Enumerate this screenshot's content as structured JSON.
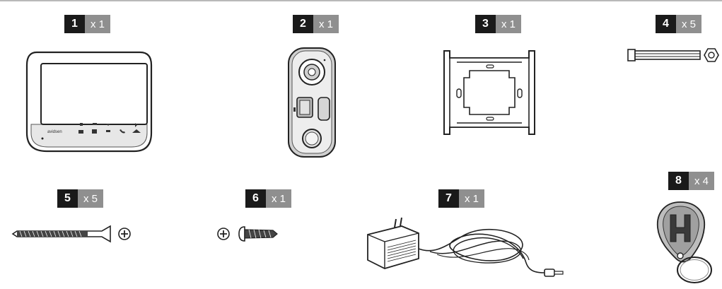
{
  "items": [
    {
      "number": "1",
      "quantity": "x 1",
      "icon": "indoor-monitor-icon",
      "brand": "avidsen"
    },
    {
      "number": "2",
      "quantity": "x 1",
      "icon": "outdoor-doorbell-camera-icon"
    },
    {
      "number": "3",
      "quantity": "x 1",
      "icon": "wall-mounting-bracket-icon"
    },
    {
      "number": "4",
      "quantity": "x 5",
      "icon": "wall-plug-icon"
    },
    {
      "number": "5",
      "quantity": "x 5",
      "icon": "long-screw-icon"
    },
    {
      "number": "6",
      "quantity": "x 1",
      "icon": "short-screw-icon"
    },
    {
      "number": "7",
      "quantity": "x 1",
      "icon": "power-adapter-icon"
    },
    {
      "number": "8",
      "quantity": "x 4",
      "icon": "rfid-key-fob-icon"
    }
  ]
}
